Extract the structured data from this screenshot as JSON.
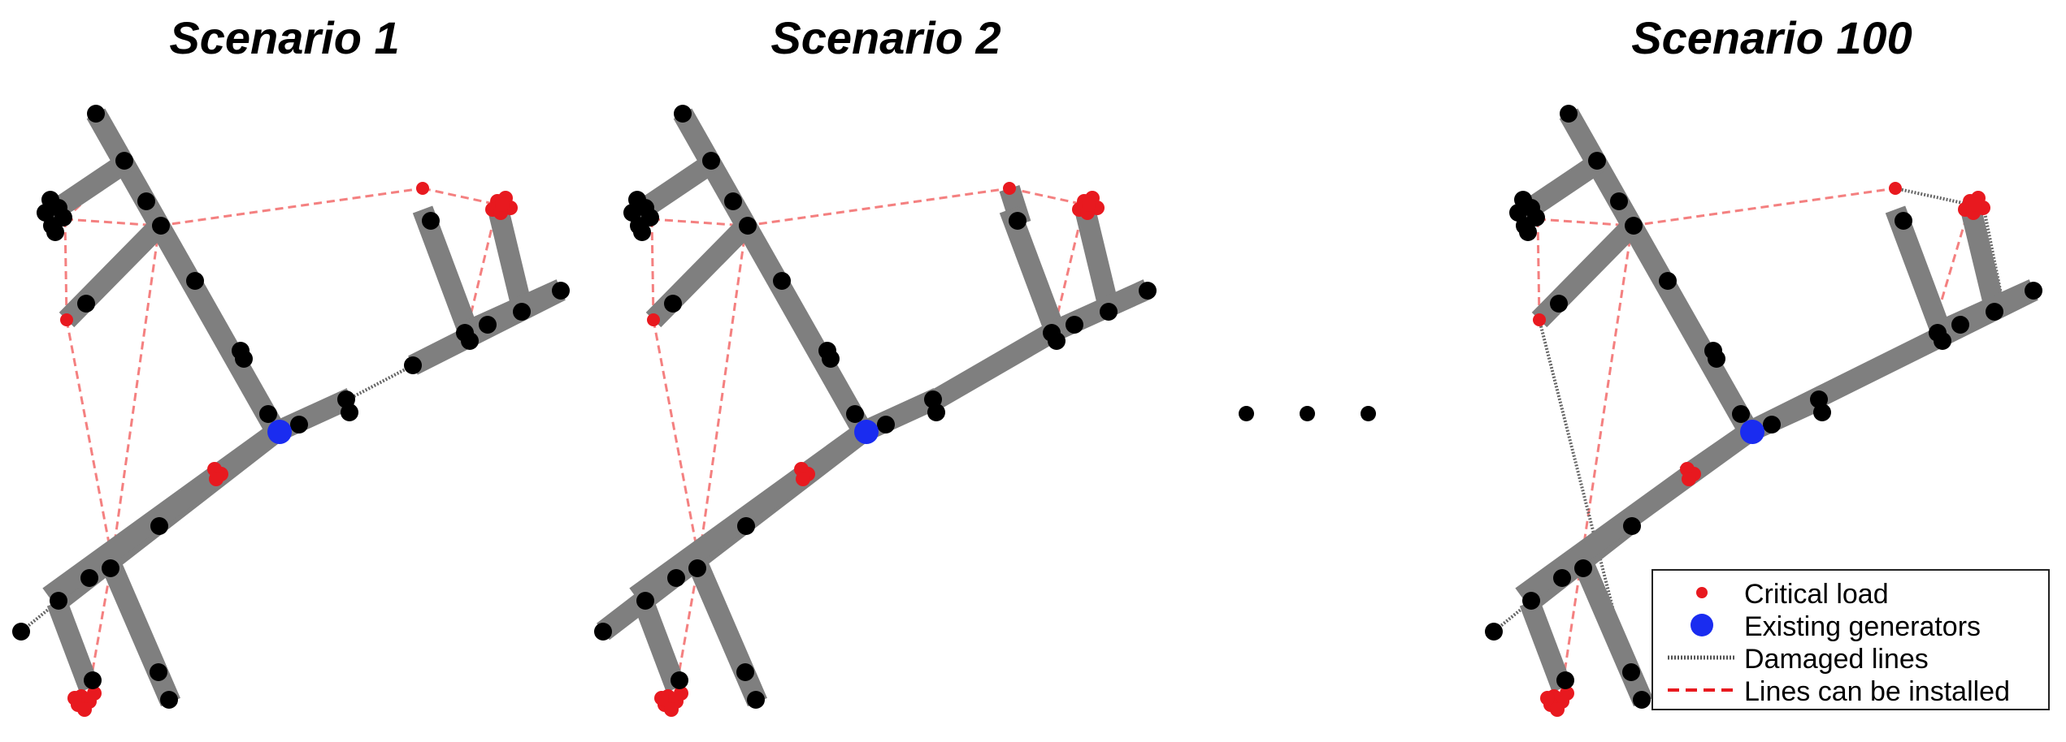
{
  "titles": {
    "scenario_1": "Scenario 1",
    "scenario_2": "Scenario 2",
    "scenario_100": "Scenario 100"
  },
  "legend": {
    "critical_load": "Critical load",
    "existing_generators": "Existing generators",
    "damaged_lines": "Damaged lines",
    "lines_installed": "Lines can be installed"
  },
  "colors": {
    "line": "#7f7f7f",
    "node": "#000000",
    "critical": "#e8191f",
    "generator": "#1a2cf0",
    "candidate": "#f48080",
    "damaged": "#666666"
  },
  "icons": {
    "ellipsis": "ellipsis-dots"
  }
}
